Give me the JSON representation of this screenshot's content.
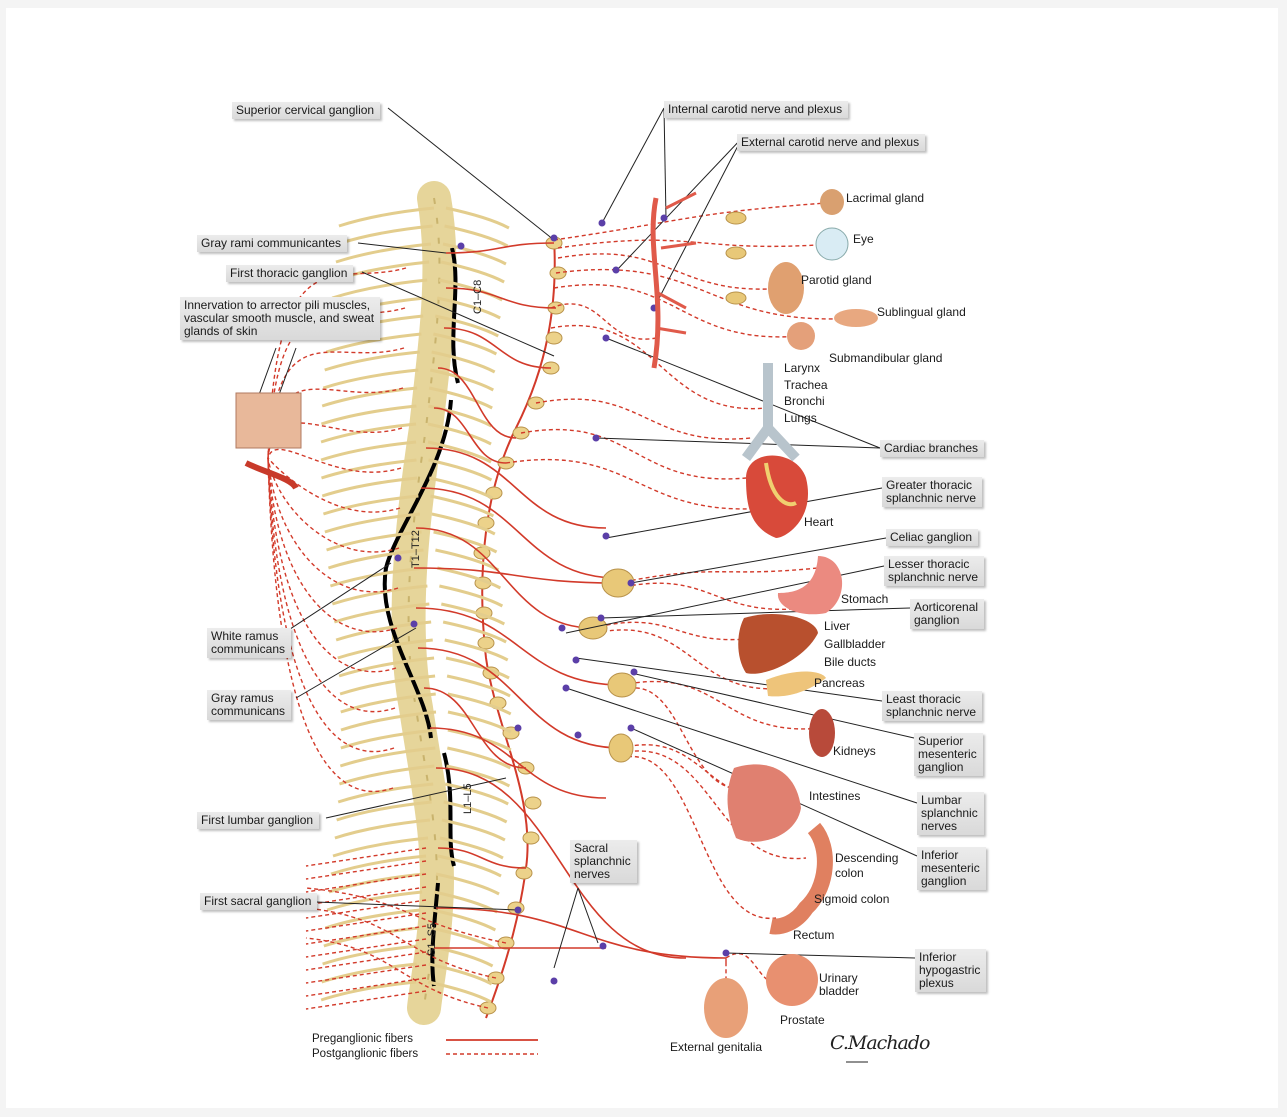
{
  "labels": {
    "superior_cervical_ganglion": "Superior cervical ganglion",
    "internal_carotid": "Internal carotid nerve and plexus",
    "external_carotid": "External carotid nerve and plexus",
    "gray_rami": "Gray rami communicantes",
    "first_thoracic_ganglion": "First thoracic ganglion",
    "innervation_skin": "Innervation to arrector pili muscles,\nvascular smooth muscle, and sweat\nglands of skin",
    "white_ramus": "White ramus\ncommunicans",
    "gray_ramus": "Gray ramus\ncommunicans",
    "first_lumbar_ganglion": "First lumbar ganglion",
    "first_sacral_ganglion": "First sacral ganglion",
    "sacral_splanchnic": "Sacral\nsplanchnic\nnerves",
    "cardiac_branches": "Cardiac branches",
    "greater_thoracic": "Greater thoracic\nsplanchnic nerve",
    "celiac_ganglion": "Celiac ganglion",
    "lesser_thoracic": "Lesser thoracic\nsplanchnic nerve",
    "aorticorenal": "Aorticorenal\nganglion",
    "least_thoracic": "Least thoracic\nsplanchnic nerve",
    "superior_mesenteric": "Superior\nmesenteric\nganglion",
    "lumbar_splanchnic": "Lumbar\nsplanchnic\nnerves",
    "inferior_mesenteric": "Inferior\nmesenteric\nganglion",
    "inferior_hypogastric": "Inferior\nhypogastric\nplexus"
  },
  "organs": {
    "lacrimal": "Lacrimal gland",
    "eye": "Eye",
    "parotid": "Parotid  gland",
    "sublingual": "Sublingual gland",
    "submandibular": "Submandibular gland",
    "airways": "Larynx\nTrachea\nBronchi\nLungs",
    "heart": "Heart",
    "stomach": "Stomach",
    "liver": "Liver\nGallbladder\nBile ducts",
    "pancreas": "Pancreas",
    "kidneys": "Kidneys",
    "intestines": "Intestines",
    "descending_colon": "Descending\ncolon",
    "sigmoid_colon": "Sigmoid colon",
    "rectum": "Rectum",
    "urinary_bladder": "Urinary\nbladder",
    "prostate": "Prostate",
    "external_genitalia": "External genitalia"
  },
  "segments": {
    "cervical": "C1–C8",
    "thoracic": "T1–T12",
    "lumbar": "L1–L5",
    "sacral": "S1–S5"
  },
  "legend": {
    "preganglionic": "Preganglionic fibers",
    "postganglionic": "Postganglionic fibers"
  },
  "signature": "C.Machado",
  "colors": {
    "fiber": "#d23a2a",
    "spine": "#e9d9a0",
    "label_box": "#dcdcdc",
    "ganglion_dot": "#5b3fa8"
  }
}
